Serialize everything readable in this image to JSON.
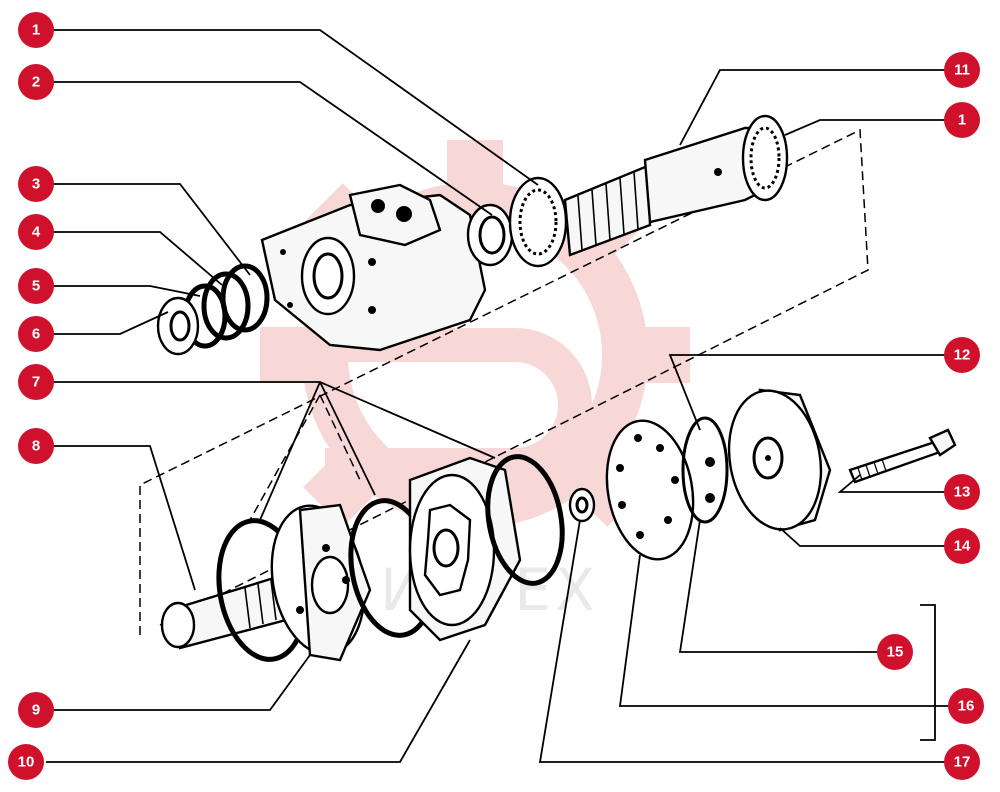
{
  "diagram": {
    "callouts": [
      {
        "id": "c1a",
        "label": "1"
      },
      {
        "id": "c2",
        "label": "2"
      },
      {
        "id": "c3",
        "label": "3"
      },
      {
        "id": "c4",
        "label": "4"
      },
      {
        "id": "c5",
        "label": "5"
      },
      {
        "id": "c6",
        "label": "6"
      },
      {
        "id": "c7",
        "label": "7"
      },
      {
        "id": "c8",
        "label": "8"
      },
      {
        "id": "c9",
        "label": "9"
      },
      {
        "id": "c10",
        "label": "10"
      },
      {
        "id": "c11",
        "label": "11"
      },
      {
        "id": "c1b",
        "label": "1"
      },
      {
        "id": "c12",
        "label": "12"
      },
      {
        "id": "c13",
        "label": "13"
      },
      {
        "id": "c14",
        "label": "14"
      },
      {
        "id": "c15",
        "label": "15"
      },
      {
        "id": "c16",
        "label": "16"
      },
      {
        "id": "c17",
        "label": "17"
      }
    ],
    "badge_color": "#d0112b",
    "watermark": {
      "text": "ИНТЕХ",
      "color": "#f3b7b7"
    }
  }
}
